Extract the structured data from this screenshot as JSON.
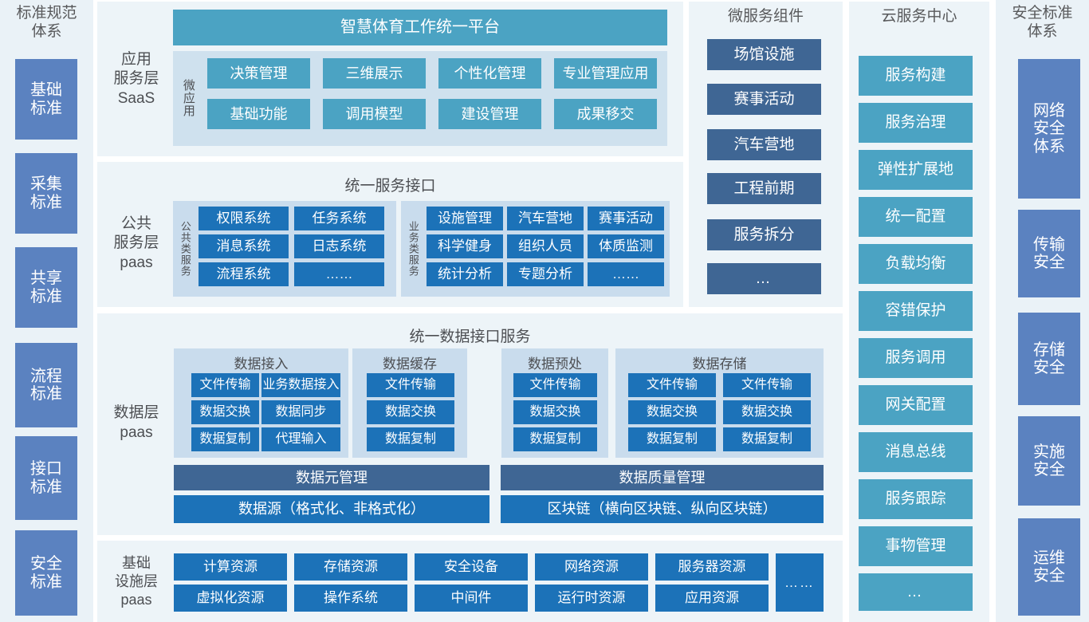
{
  "left_column": {
    "title": "标准规范\n体系",
    "title_line1": "标准规范",
    "title_line2": "体系",
    "items": [
      {
        "label": "基础\n标准",
        "l1": "基础",
        "l2": "标准"
      },
      {
        "label": "采集\n标准",
        "l1": "采集",
        "l2": "标准"
      },
      {
        "label": "共享\n标准",
        "l1": "共享",
        "l2": "标准"
      },
      {
        "label": "流程\n标准",
        "l1": "流程",
        "l2": "标准"
      },
      {
        "label": "接口\n标准",
        "l1": "接口",
        "l2": "标准"
      },
      {
        "label": "安全\n标准",
        "l1": "安全",
        "l2": "标准"
      }
    ]
  },
  "application_layer": {
    "layer_label_l1": "应用",
    "layer_label_l2": "服务层",
    "layer_label_l3": "SaaS",
    "platform_banner": "智慧体育工作统一平台",
    "group_vertical_label": "微应用",
    "row1": [
      "决策管理",
      "三维展示",
      "个性化管理",
      "专业管理应用"
    ],
    "row2": [
      "基础功能",
      "调用模型",
      "建设管理",
      "成果移交"
    ]
  },
  "public_service_layer": {
    "layer_label_l1": "公共",
    "layer_label_l2": "服务层",
    "layer_label_l3": "paas",
    "section_title": "统一服务接口",
    "common_group": {
      "vertical_label": "公共类服务",
      "items": [
        "权限系统",
        "任务系统",
        "消息系统",
        "日志系统",
        "流程系统",
        "……"
      ]
    },
    "business_group": {
      "vertical_label": "业务类服务",
      "items": [
        "设施管理",
        "汽车营地",
        "赛事活动",
        "科学健身",
        "组织人员",
        "体质监测",
        "统计分析",
        "专题分析",
        "……"
      ]
    }
  },
  "data_layer": {
    "layer_label_l1": "数据层",
    "layer_label_l2": "paas",
    "section_title": "统一数据接口服务",
    "groups": [
      {
        "title": "数据接入",
        "items": [
          "文件传输",
          "业务数据接入",
          "数据交换",
          "数据同步",
          "数据复制",
          "代理输入"
        ],
        "cols": 2
      },
      {
        "title": "数据缓存",
        "items": [
          "文件传输",
          "数据交换",
          "数据复制"
        ],
        "cols": 1
      },
      {
        "title": "数据预处",
        "items": [
          "文件传输",
          "数据交换",
          "数据复制"
        ],
        "cols": 1
      },
      {
        "title": "数据存储",
        "items": [
          "文件传输",
          "文件传输",
          "数据交换",
          "数据交换",
          "数据复制",
          "数据复制"
        ],
        "cols": 2
      }
    ],
    "mgmt_bars": [
      "数据元管理",
      "数据质量管理"
    ],
    "source_bars": [
      "数据源（格式化、非格式化）",
      "区块链（横向区块链、纵向区块链）"
    ]
  },
  "infrastructure_layer": {
    "layer_label_l1": "基础",
    "layer_label_l2": "设施层",
    "layer_label_l3": "paas",
    "row1": [
      "计算资源",
      "存储资源",
      "安全设备",
      "网络资源",
      "服务器资源"
    ],
    "row2": [
      "虚拟化资源",
      "操作系统",
      "中间件",
      "运行时资源",
      "应用资源"
    ],
    "more": "……"
  },
  "microservice_column": {
    "title": "微服务组件",
    "items": [
      "场馆设施",
      "赛事活动",
      "汽车营地",
      "工程前期",
      "服务拆分",
      "…"
    ]
  },
  "cloud_column": {
    "title": "云服务中心",
    "items": [
      "服务构建",
      "服务治理",
      "弹性扩展地",
      "统一配置",
      "负载均衡",
      "容错保护",
      "服务调用",
      "网关配置",
      "消息总线",
      "服务跟踪",
      "事物管理",
      "…"
    ]
  },
  "right_column": {
    "title_line1": "安全标准",
    "title_line2": "体系",
    "items": [
      {
        "l1": "网络",
        "l2": "安全",
        "l3": "体系"
      },
      {
        "l1": "传输",
        "l2": "安全",
        "l3": ""
      },
      {
        "l1": "存储",
        "l2": "安全",
        "l3": ""
      },
      {
        "l1": "实施",
        "l2": "安全",
        "l3": ""
      },
      {
        "l1": "运维",
        "l2": "安全",
        "l3": ""
      }
    ]
  },
  "colors": {
    "teal": "#4ba3c3",
    "blue": "#1c72b8",
    "slate": "#40679a",
    "steel": "#5b82c0",
    "panel": "#eaf2f7",
    "group": "#c9dced"
  }
}
